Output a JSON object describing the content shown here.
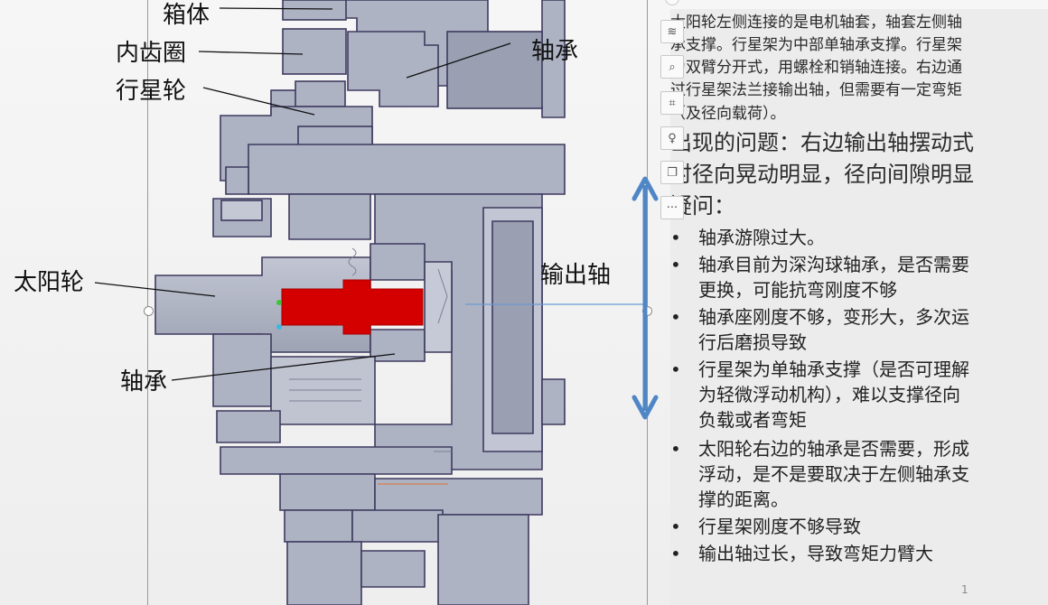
{
  "labels": {
    "housing": "箱体",
    "ring_gear": "内齿圈",
    "planet_gear": "行星轮",
    "bearing_top": "轴承",
    "output_shaft": "输出轴",
    "sun_gear": "太阳轮",
    "bearing_bottom": "轴承"
  },
  "notes": {
    "intro_lines": [
      "太阳轮左侧连接的是电机轴套，轴套左侧轴",
      "承支撑。行星架为中部单轴承支撑。行星架",
      "为双臂分开式，用螺栓和销轴连接。右边通",
      "过行星架法兰接输出轴，但需要有一定弯矩",
      "（及径向载荷）。"
    ],
    "problem_lines": [
      "出现的问题：右边输出轴摆动式",
      "时径向晃动明显，径向间隙明显",
      "疑问："
    ],
    "bullet_symbol": "•",
    "issues": [
      [
        "轴承游隙过大。"
      ],
      [
        "轴承目前为深沟球轴承，是否需要",
        "更换，可能抗弯刚度不够"
      ],
      [
        "轴承座刚度不够，变形大，多次运",
        "行后磨损导致"
      ],
      [
        "行星架为单轴承支撑（是否可理解",
        "为轻微浮动机构），难以支撑径向",
        "负载或者弯矩"
      ],
      [
        " 太阳轮右边的轴承是否需要，形成",
        "浮动，是不是要取决于左侧轴承支",
        "撑的距离。"
      ],
      [
        "行星架刚度不够导致"
      ],
      [
        "输出轴过长，导致弯矩力臂大"
      ]
    ]
  },
  "toolbar": [
    {
      "icon": "layers-icon",
      "glyph": "≋"
    },
    {
      "icon": "zoom-icon",
      "glyph": "⌕"
    },
    {
      "icon": "crop-icon",
      "glyph": "⌗"
    },
    {
      "icon": "lightbulb-icon",
      "glyph": "♀"
    },
    {
      "icon": "copy-icon",
      "glyph": "❐"
    },
    {
      "icon": "more-icon",
      "glyph": "···"
    }
  ],
  "page_number": "1",
  "colors": {
    "part_fill": "#aeb3c4",
    "part_stroke": "#3e3a5e",
    "highlight": "#d40000",
    "arrow": "#4f86c6"
  }
}
